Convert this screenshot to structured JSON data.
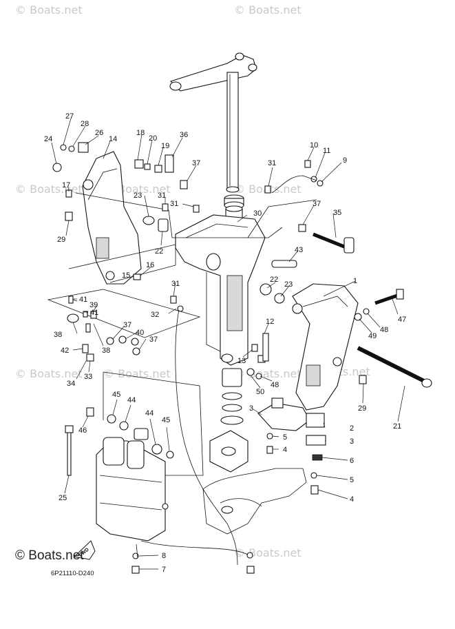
{
  "watermarks": [
    "© Boats.net",
    "© Boats.net",
    "© Boats.net",
    "© Boats.net",
    "© Boats.net",
    "© Boats.net",
    "© Boats.net",
    "© Boats.net",
    "© Boats.net",
    "© Boats.net"
  ],
  "footer": {
    "brand": "© Boats.net",
    "fwd_label": "FWD",
    "diagram_code": "6P21110-D240"
  },
  "callouts": [
    "1",
    "2",
    "3",
    "3",
    "4",
    "4",
    "5",
    "5",
    "6",
    "7",
    "8",
    "9",
    "10",
    "11",
    "12",
    "13",
    "14",
    "15",
    "16",
    "17",
    "18",
    "19",
    "20",
    "21",
    "22",
    "22",
    "23",
    "23",
    "24",
    "25",
    "26",
    "27",
    "28",
    "29",
    "29",
    "30",
    "31",
    "31",
    "31",
    "31",
    "32",
    "33",
    "34",
    "35",
    "36",
    "37",
    "37",
    "37",
    "37",
    "38",
    "38",
    "39",
    "40",
    "41",
    "41",
    "42",
    "43",
    "44",
    "44",
    "45",
    "45",
    "46",
    "47",
    "48",
    "48",
    "49",
    "50"
  ]
}
